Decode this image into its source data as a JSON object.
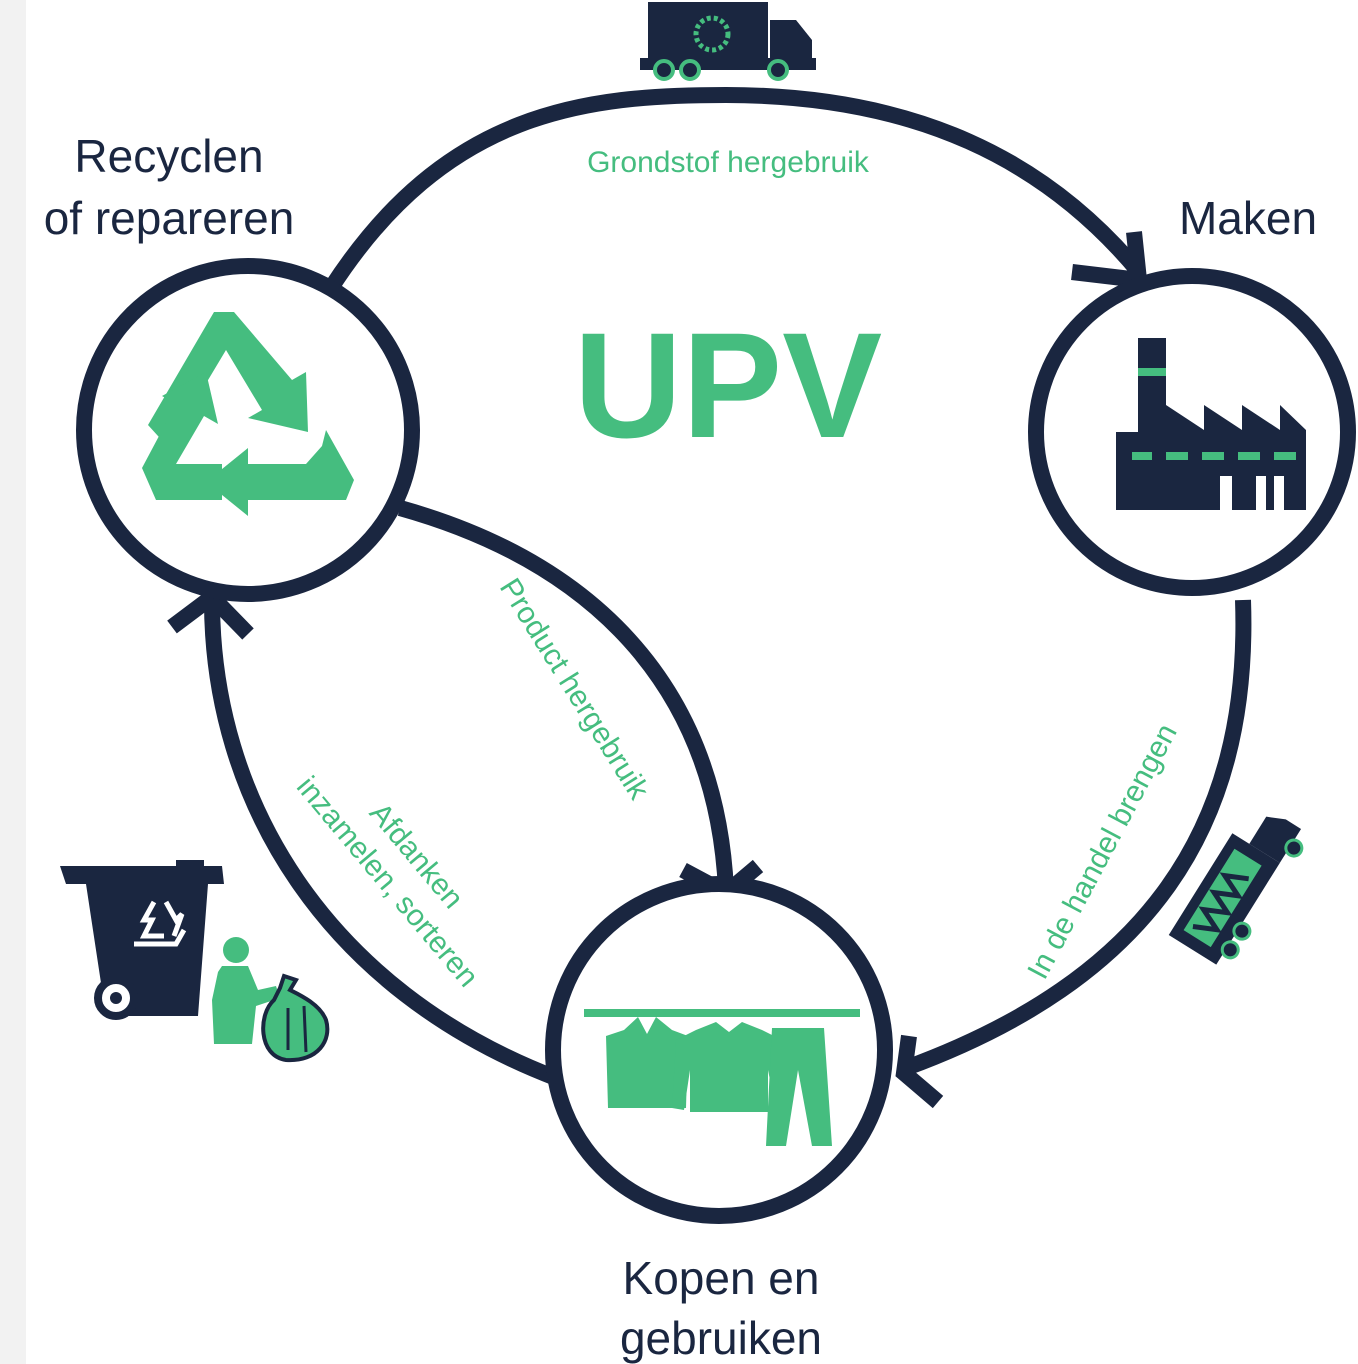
{
  "title": "UPV",
  "nodes": {
    "recycle": {
      "lines": [
        "Recyclen",
        "of repareren"
      ]
    },
    "make": {
      "label": "Maken"
    },
    "buy": {
      "lines": [
        "Kopen en",
        "gebruiken"
      ]
    }
  },
  "flows": {
    "raw_material_reuse": "Grondstof hergebruik",
    "product_reuse": "Product hergebruik",
    "bring_to_market": "In de handel brengen",
    "discard": [
      "Afdanken",
      "inzamelen, sorteren"
    ]
  },
  "colors": {
    "navy": "#1a2640",
    "green": "#45bd7f",
    "background": "#ffffff"
  },
  "icons": [
    "truck-icon",
    "recycle-icon",
    "factory-icon",
    "clothes-rack-icon",
    "garbage-truck-icon",
    "recycle-bin-icon",
    "person-with-bag-icon"
  ]
}
